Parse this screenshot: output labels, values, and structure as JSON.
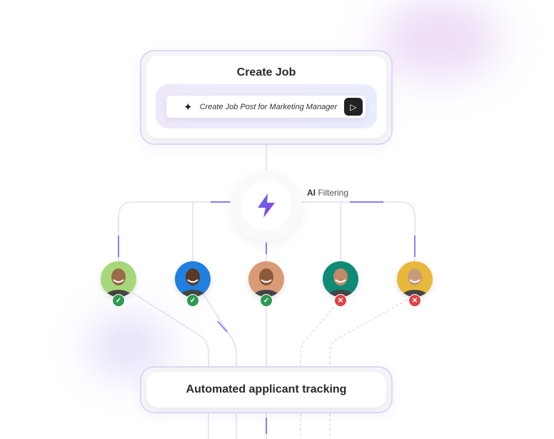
{
  "create_job": {
    "title": "Create Job",
    "prompt": "Create Job Post for Marketing Manager",
    "sparkle_icon": "sparkles-icon",
    "send_icon": "send-icon"
  },
  "ai_filter": {
    "label_bold": "AI",
    "label_rest": "Filtering",
    "icon": "lightning-bolt-icon"
  },
  "candidates": [
    {
      "bg": "#a6d87a",
      "skin": "#9a6a4b",
      "status": "accepted"
    },
    {
      "bg": "#2080e0",
      "skin": "#5a3a24",
      "status": "accepted"
    },
    {
      "bg": "#d99b76",
      "skin": "#8a5a3a",
      "status": "accepted"
    },
    {
      "bg": "#0e8a76",
      "skin": "#c08a66",
      "status": "rejected"
    },
    {
      "bg": "#e8b83a",
      "skin": "#c99a7a",
      "status": "rejected"
    }
  ],
  "tracking": {
    "title": "Automated applicant tracking"
  },
  "colors": {
    "accent": "#6b4ef0",
    "accepted": "#2e9a52",
    "rejected": "#e04343"
  }
}
